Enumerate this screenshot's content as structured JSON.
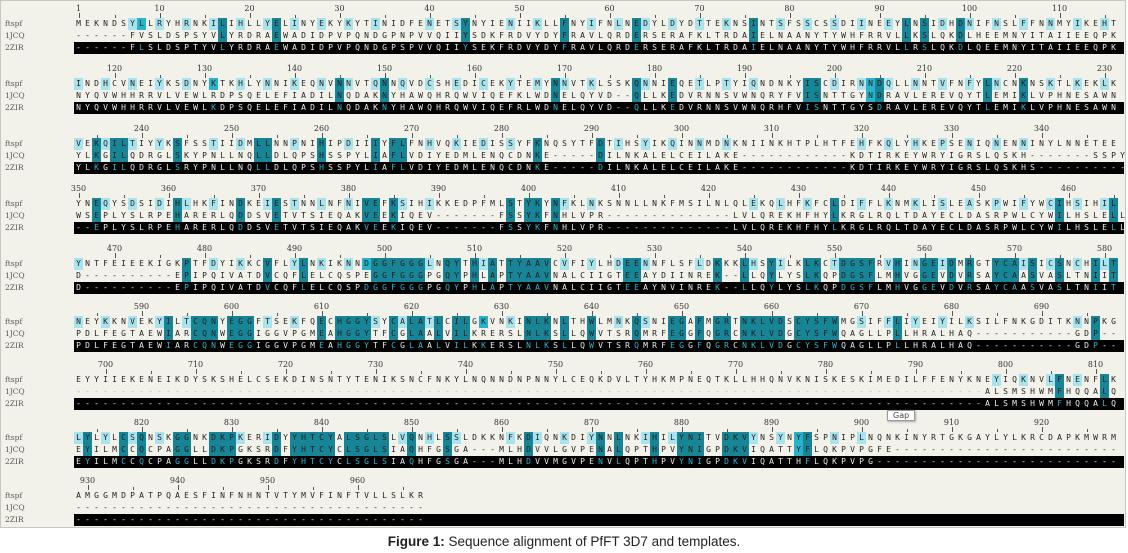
{
  "labels": [
    "ftspf",
    "1JCQ",
    "2ZIR"
  ],
  "colors": {
    "identical": "#178596",
    "similar": "#27b3ca",
    "weak": "#a9e3ee",
    "row3_conserved_text": "#2bb7cc"
  },
  "blocks": [
    {
      "start": 1,
      "rows": [
        "MEKNDSYLLRYHRNKILIHLLYELINYEKYKYTINIDFENETSYNYIENIIKLLFNYIFNLNEDYLDYDTTEKNSINTSFSSCSSDIINEEYLNSIDHDNIFNSLFFNNMYIKEHT",
        "------FVSLDSPSYVLYRDRAEWADIDPVPQNDGPNPVVQIIYSDKFRDVYDYFRAVLQRDERSERAFKLTRDAIELNAANYTYWHFRRVLLKSLQKDLHEEMNYITAIIEEQPK",
        "------FLSLDSPTYVLYRDRAEWADIDPVPQNDGPSPVVQIIYSEKFRDVYDYFRAVLQRDERSERAFKLTRDAIELNAANYTYWHFRRVLLRSLQKDLQEEMNYITAIIEEQPK"
      ]
    },
    {
      "start": 116,
      "rows": [
        "INDHCVNEIYKSDNYKTKHLYNNIKEQNVNNVTQNNQVDCSHEDICEKYTEMYNNVTKLSSKQNNIEQETLPTYIQNDNKYISCDIRNNDQLLNNTVFNFYLNCNKNSKTLKEKLK",
        "NYQVWHHRRVLVEWLRDPSQELEFIADILNQDAKNYHAWQHRQWVIQEFKLWDNELQYVD--QLLKEDVRNNSVWNQRYFVISNTTGYNDRAVLEREVQYTLEMIKLVPHNESAWN",
        "NYQVWHHRRVLVEWLKDPSQELEFIADILNQDAKNYHAWQHRQWVIQEFRLWDNELQYVD--QLLKEDVRNNSVWNQRHFVISNTTGYSDRAVLEREVQYTLEMIKLVPHNESAWN"
      ]
    },
    {
      "start": 233,
      "rows": [
        "VEKQILTIYYKSFSSTIIDMLLNNPNIHIPDIIIYFLFNHVQKIEDISSYFKNQSYTFDTIHSYIKQINNMDNKNIINKHTPLHTFEHFKQLYHKEPSENIQNENNINYLNNETEE",
        "YLKGILQDRGLSKYPNLLNQLLDLQPSHSSPYLIAFLVDIYEDMLENQCDNKE-----DILNKALELCEILAKE------------KDTIRKEYWRYIGRSLQSKH-------SSPY",
        "YLKGILQDRGLSRYPNLLNQLLDLQPSHSSPYLIAFLVDIYEDMLENQCDNKE-----DILNKALELCEILAKE------------KDTIRKEYWRYIGRSLQSKHS----------"
      ]
    },
    {
      "start": 350,
      "rows": [
        "YNEQYSDSIDIHLHKFINDKEIESTNNLNFNIVEFKSIHIKKEDPFMLSTYKYNFKLNKSNNLLNKFMSILNLQLEKQLHFKFCLDIFFLKNMKLISLEASKPWIFYWCIHSIHIL",
        "WSEPLYSLRPEHARERLQDDSVETVTSIEQAKVEEKIQEV-------FSSYKFNHLVPR--------------LVLQREKHFHYLKRGLRQLTDAYECLDASRPWLCYWILHSLELL",
        "--EPLYSLRPEHARERLQDDSVETVTSIEQAKVEEKIQEV-------FSSYKFNHLVPR--------------LVLQREKHFHYLKRGLRQLTDAYECLDASRPWLCYWILHSLELL"
      ]
    },
    {
      "start": 466,
      "rows": [
        "YNTFEIEEKIGKPTFDYIKKCVFLYLNKIKNNDGGFGGGLNQYTHIATTYAAVCVFIYLHDEENNFLSFLDKKKLHSYILKLKCTDGSFRVHINGEIDMRGTYCAISICSNCHILT",
        "D----------EPIPQIVATDVCQFLELCQSPEGGFGGGPGQYPHLAPTYAAVNALCIIGTEEAYDIINREK--LLQYLYSLKQPDGSFLMHVGGEVDVRSAYCAASVASLTNIIT",
        "D----------EPIPQIVATDVCQFLELCQSPDGGFGGGPGQYPHLAPTYAAVNALCIIGTEEAYNVINREK--LLQYLYSLKQPDGSFLMHVGGEVDVRSAYCAASVASLTNIIT"
      ]
    },
    {
      "start": 583,
      "rows": [
        "NEYKKNVEKYILTCQNYEGGFTSEKFQECHGGYSYCALATLCILGKVNKINLKNLTHWLMNKQSNIEGAFMGRTNKLVDSCYSFWMGSIFFLIYEIYILKSILFNKGDITKNNPKG",
        "PDLFEGTAEWIARCQNWEGGIGGVPGMEAHGGYTFCGLAALVILKRERSLNLKSLLQWVTSRQMRFEGGFQGRCNKLVDGCYSFWQAGLLPLLHRALHAQ-----------GDP--",
        "PDLFEGTAEWIARCQNWEGGIGGVPGMEAHGGYTFCGLAALVILKKERSLNLKSLLQWVTSRQMRFEGGFQGRCNKLVDGCYSFWQAGLLPLLHRALHAQ-----------GDP--"
      ]
    },
    {
      "start": 697,
      "rows": [
        "EYYIIEKENEIKDYSKSHELCSEKDINSNTYTENIKSNCFNKYLNQNNDNPNNYLCEQKDVLTYHKMPNEQTKLLHHQNVKNISKESKIMEDILFFENYKNEYIQKNVLFNENFLK",
        "-----------------------------------------------------------------------------------------------------ALSMSHWMFHQQALQ",
        "-----------------------------------------------------------------------------------------------------ALSMSHWMFHQQALQ"
      ]
    },
    {
      "start": 813,
      "rows": [
        "LYLYLCSQNSKGGNKDKPKERIDYYHTCYALSGLSLVQNHLSSLDKKNFKDIQNKDIYNNLNKIHILYNITVDKVYNSYNYFSPNIPLNQNKINYRTGKGAYLYLKRCDAPKMWRM",
        "EYILMCCQCPAGGLLDKPGKSRDFYHTCYCLSGLSIAQHFGSGA---MLHDVVLGVPENALQPTHPVYNIGPDKVIQATTYFLQKPVPGFE-------------------------",
        "EYILMCCQCPAGGLLDKPGKSRDFYHTCYCLSGLSIAQHFGSGA---MLHDVVMGVPENVLQPTHPVYNIGPDKVIQATTHFLQKPVPG---------------------------"
      ]
    },
    {
      "start": 929,
      "rows": [
        "AMGGMDPATPQAESFINFNHNTVTYMVFINFTVLLSLKR",
        "---------------------------------------",
        "---------------------------------------"
      ]
    }
  ],
  "tooltip": "Gap",
  "caption": {
    "label": "Figure 1:",
    "text": " Sequence alignment of PfFT 3D7 and templates."
  }
}
